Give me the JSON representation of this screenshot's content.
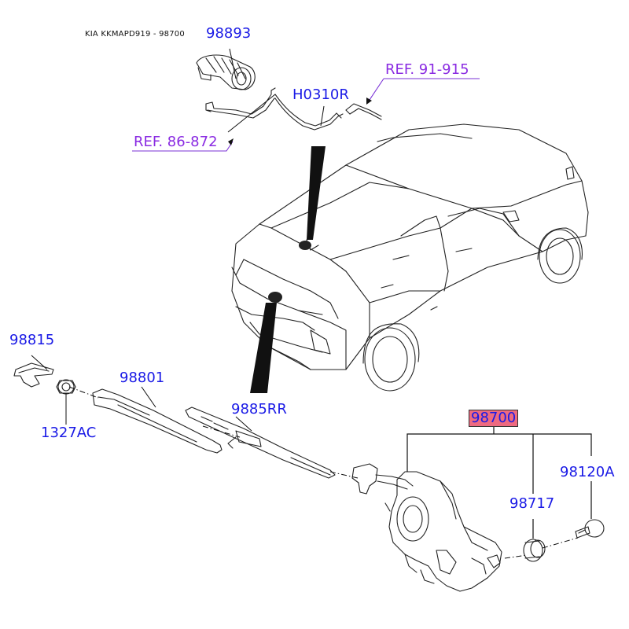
{
  "header": {
    "caption": "KIA KKMAPD919 - 98700"
  },
  "colors": {
    "part_label": "#1a1ae6",
    "ref_label": "#8a2be2",
    "highlight": "#ee6a80",
    "line": "#111111"
  },
  "labels": {
    "p98893": "98893",
    "h0310r": "H0310R",
    "ref91915": "REF. 91-915",
    "ref86872": "REF. 86-872",
    "p98815": "98815",
    "p98801": "98801",
    "p9885rr": "9885RR",
    "p1327ac": "1327AC",
    "p98700": "98700",
    "p98717": "98717",
    "p98120a": "98120A"
  }
}
